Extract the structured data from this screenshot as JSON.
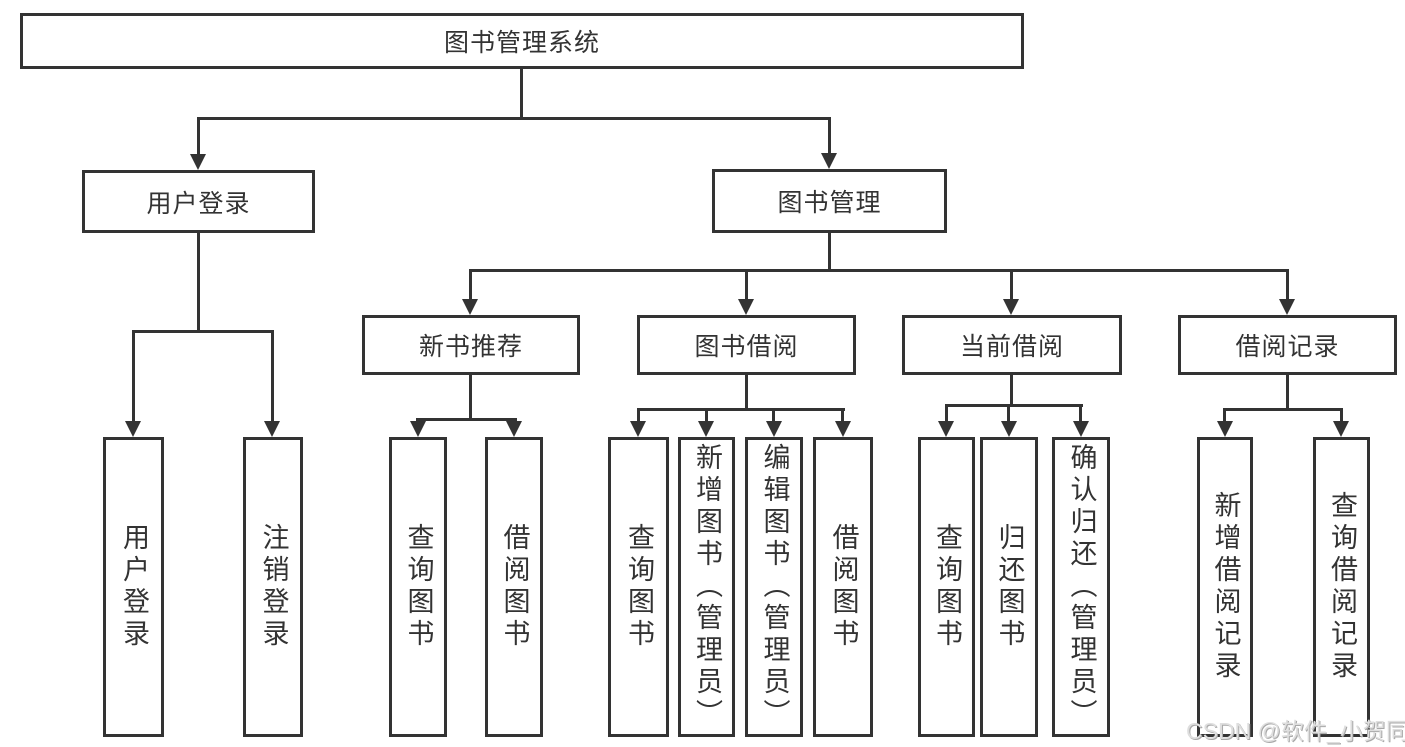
{
  "diagram": {
    "title_node": {
      "label": "图书管理系统"
    },
    "level2": [
      {
        "label": "用户登录"
      },
      {
        "label": "图书管理"
      }
    ],
    "level3": [
      {
        "label": "新书推荐",
        "parent": "图书管理"
      },
      {
        "label": "图书借阅",
        "parent": "图书管理"
      },
      {
        "label": "当前借阅",
        "parent": "图书管理"
      },
      {
        "label": "借阅记录",
        "parent": "图书管理"
      }
    ],
    "leaves": [
      {
        "label": "用户登录",
        "parent": "用户登录"
      },
      {
        "label": "注销登录",
        "parent": "用户登录"
      },
      {
        "label": "查询图书",
        "parent": "新书推荐"
      },
      {
        "label": "借阅图书",
        "parent": "新书推荐"
      },
      {
        "label": "查询图书",
        "parent": "图书借阅"
      },
      {
        "label": "新增图书（管理员）",
        "parent": "图书借阅"
      },
      {
        "label": "编辑图书（管理员）",
        "parent": "图书借阅"
      },
      {
        "label": "借阅图书",
        "parent": "图书借阅"
      },
      {
        "label": "查询图书",
        "parent": "当前借阅"
      },
      {
        "label": "归还图书",
        "parent": "当前借阅"
      },
      {
        "label": "确认归还（管理员）",
        "parent": "当前借阅"
      },
      {
        "label": "新增借阅记录",
        "parent": "借阅记录"
      },
      {
        "label": "查询借阅记录",
        "parent": "借阅记录"
      }
    ],
    "watermark": "CSDN @软件_小贺同学",
    "colors": {
      "line": "#333333",
      "box_background": "#ffffff",
      "text": "#333333",
      "watermark_text": "#dedede"
    }
  }
}
